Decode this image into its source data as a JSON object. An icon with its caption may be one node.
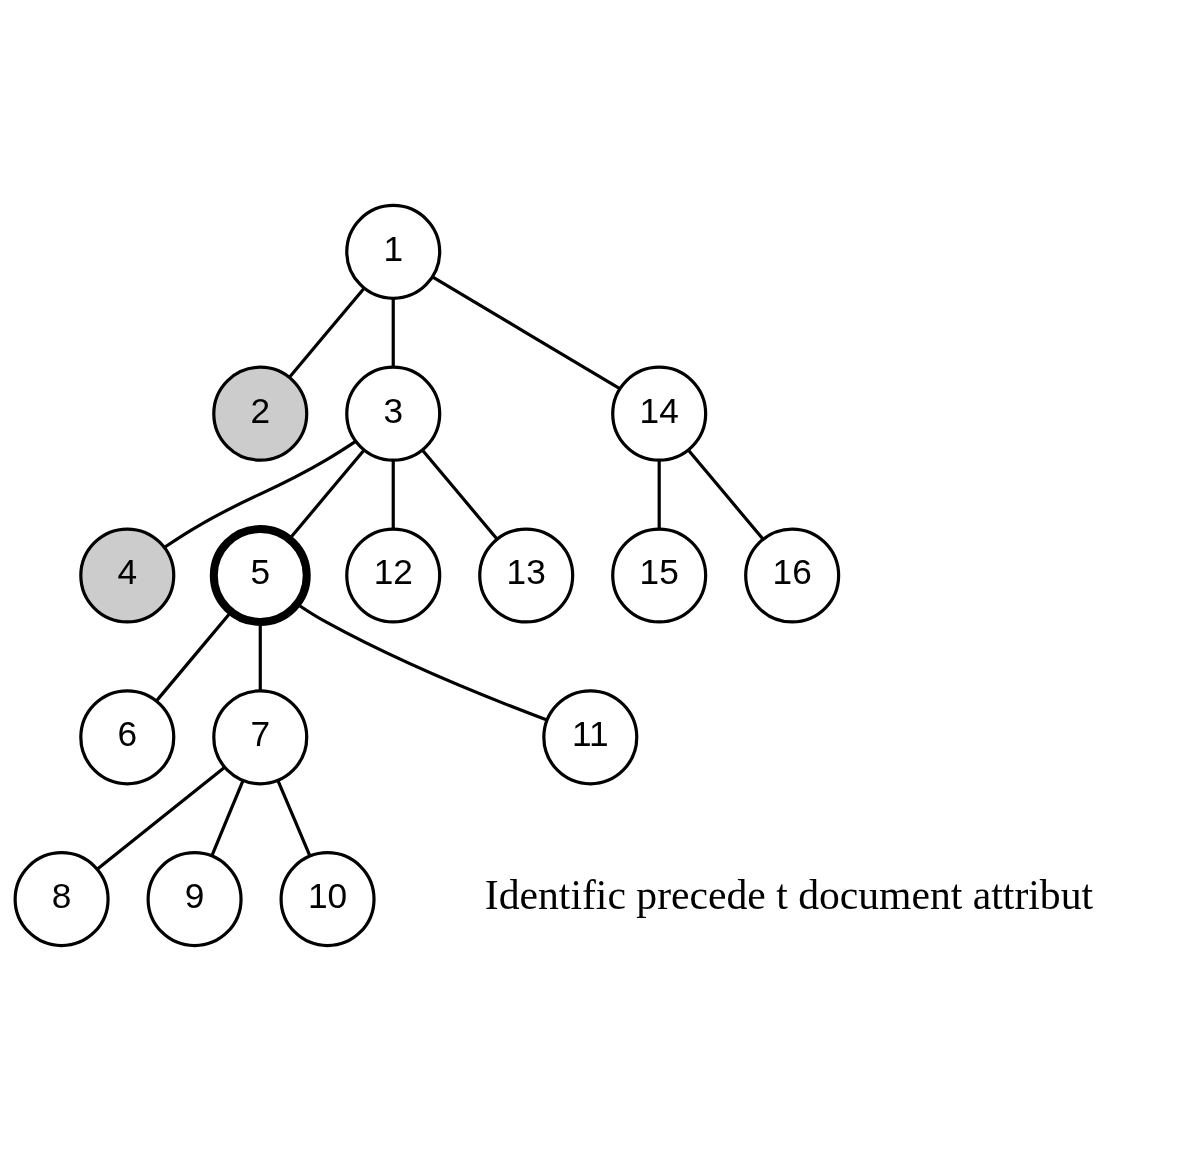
{
  "diagram": {
    "nodes": [
      {
        "text": [
          "1"
        ]
      },
      {
        "text": [
          "2"
        ]
      },
      {
        "text": [
          "3"
        ]
      },
      {
        "text": [
          "14"
        ]
      },
      {
        "text": [
          "4"
        ]
      },
      {
        "text": [
          "5"
        ]
      },
      {
        "text": [
          "12"
        ]
      },
      {
        "text": [
          "13"
        ]
      },
      {
        "text": [
          "15"
        ]
      },
      {
        "text": [
          "16"
        ]
      },
      {
        "text": [
          "6"
        ]
      },
      {
        "text": [
          "7"
        ]
      },
      {
        "text": [
          "11"
        ]
      },
      {
        "text": [
          "8"
        ]
      },
      {
        "text": [
          "9"
        ]
      },
      {
        "text": [
          "10"
        ]
      }
    ],
    "edges": [
      {
        "from": 0,
        "to": 1,
        "arrow": "none"
      },
      {
        "from": 0,
        "to": 2,
        "arrow": "none"
      },
      {
        "from": 0,
        "to": 3,
        "arrow": "none"
      },
      {
        "from": 2,
        "to": 4,
        "arrow": "none"
      },
      {
        "from": 2,
        "to": 5,
        "arrow": "none"
      },
      {
        "from": 2,
        "to": 6,
        "arrow": "none"
      },
      {
        "from": 2,
        "to": 7,
        "arrow": "none"
      },
      {
        "from": 3,
        "to": 8,
        "arrow": "none"
      },
      {
        "from": 3,
        "to": 9,
        "arrow": "none"
      },
      {
        "from": 5,
        "to": 10,
        "arrow": "none"
      },
      {
        "from": 5,
        "to": 11,
        "arrow": "none"
      },
      {
        "from": 5,
        "to": 12,
        "arrow": "none"
      },
      {
        "from": 11,
        "to": 13,
        "arrow": "none"
      },
      {
        "from": 11,
        "to": 14,
        "arrow": "none"
      },
      {
        "from": 11,
        "to": 15,
        "arrow": "none"
      }
    ],
    "labels": [
      "Identific precede t document attribut"
    ]
  }
}
